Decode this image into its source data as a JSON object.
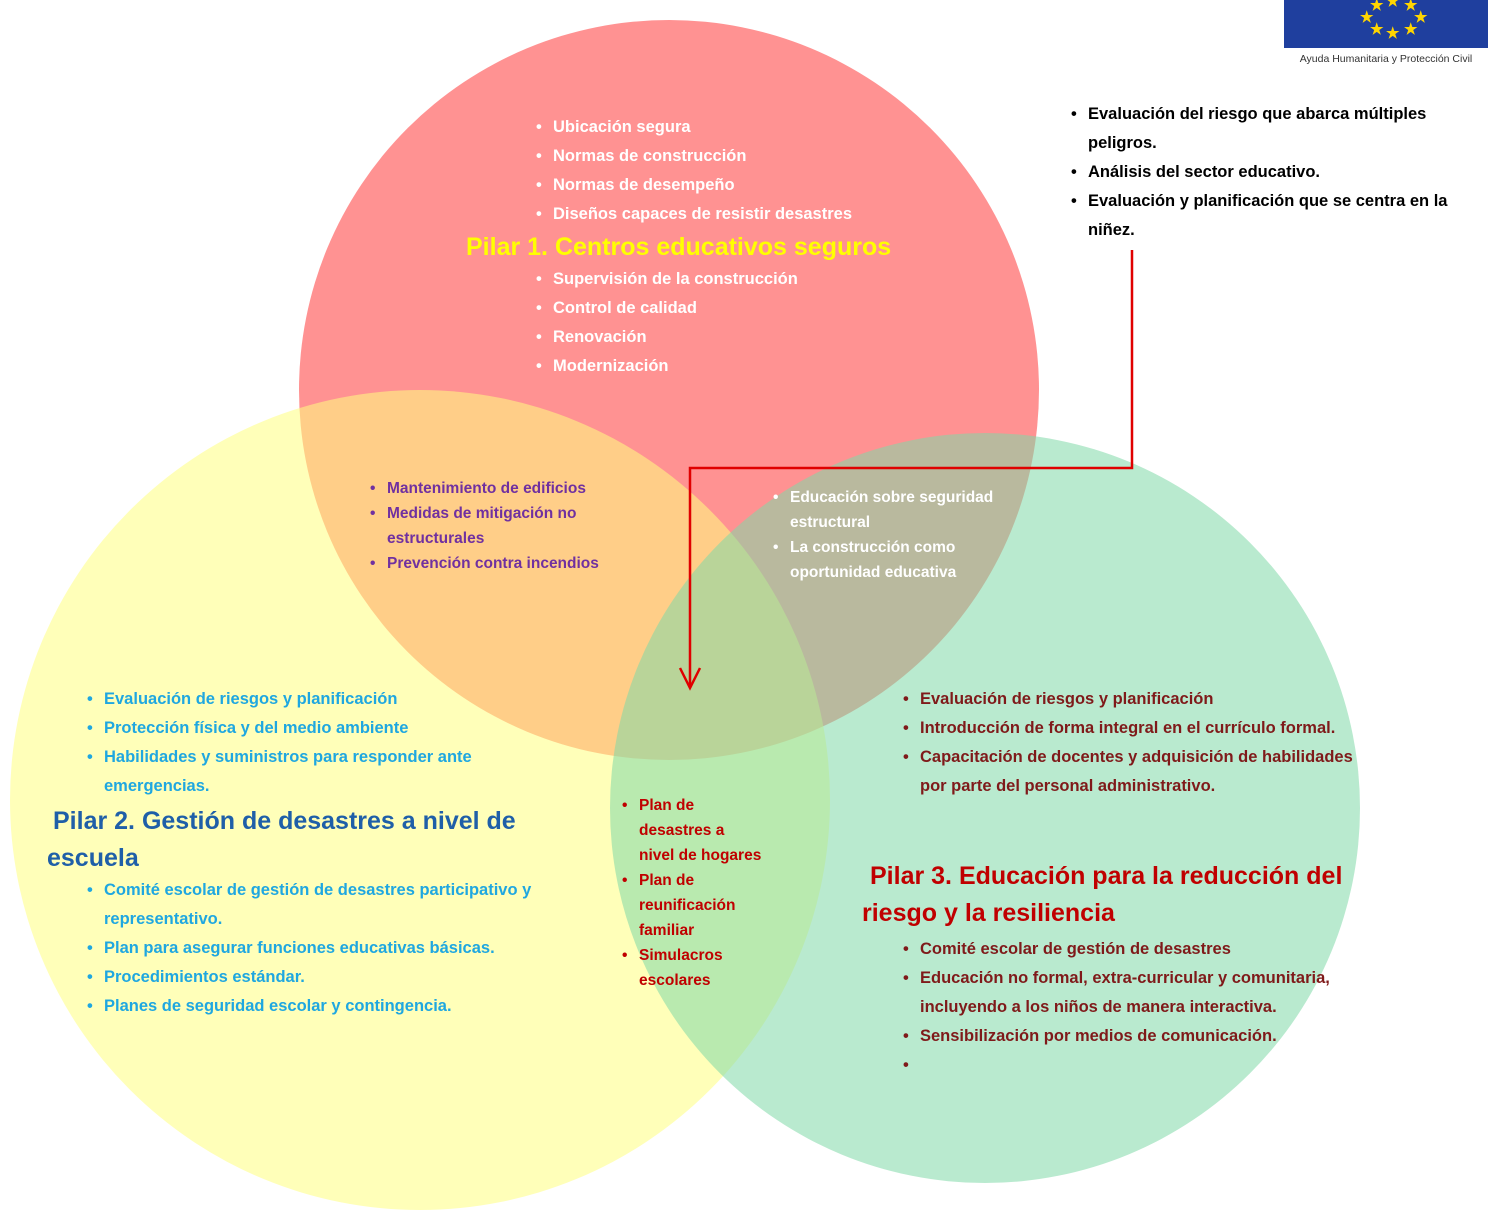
{
  "colors": {
    "pillar1_circle": "#ff7f7f",
    "pillar2_circle": "#ffff7f",
    "pillar3_circle": "#80d8a8",
    "pillar1_title": "#ffff00",
    "pillar2_title": "#1f5fa8",
    "pillar3_title": "#c00000",
    "arrow": "#e00000"
  },
  "logo": {
    "icon": "eu-flag-icon",
    "caption": "Ayuda Humanitaria y Protección Civil"
  },
  "top_right_box": {
    "items": [
      "Evaluación del riesgo  que abarca múltiples peligros.",
      "Análisis del sector educativo.",
      "Evaluación y planificación que se centra en la niñez."
    ]
  },
  "pillar1": {
    "title": "Pilar 1. Centros educativos seguros",
    "items_before": [
      "Ubicación segura",
      "Normas de construcción",
      "Normas de desempeño",
      "Diseños capaces de resistir desastres"
    ],
    "items_after": [
      "Supervisión de la construcción",
      "Control de calidad",
      "Renovación",
      "Modernización"
    ]
  },
  "overlap_1_2": {
    "items": [
      "Mantenimiento de edificios",
      "Medidas de mitigación no estructurales",
      "Prevención contra incendios"
    ]
  },
  "overlap_1_3": {
    "items": [
      "Educación  sobre seguridad  estructural",
      "La construcción como oportunidad educativa"
    ]
  },
  "overlap_all": {
    "items": [
      "Plan de desastres a nivel de hogares",
      "Plan de reunificación familiar",
      "Simulacros escolares"
    ]
  },
  "pillar2": {
    "title": "Pilar 2. Gestión de desastres a nivel de escuela",
    "items_before": [
      "Evaluación de riesgos y planificación",
      "Protección física y del medio ambiente",
      "Habilidades y suministros para responder ante  emergencias."
    ],
    "items_after": [
      "Comité escolar de gestión de desastres participativo y representativo.",
      "Plan para asegurar  funciones educativas básicas.",
      "Procedimientos estándar.",
      "Planes de seguridad escolar y contingencia."
    ]
  },
  "pillar3": {
    "title": "Pilar 3. Educación para la reducción del riesgo y la resiliencia",
    "items_before": [
      "Evaluación de riesgos y planificación",
      "Introducción de forma integral en el currículo formal.",
      "Capacitación de docentes y adquisición de habilidades por parte del personal administrativo."
    ],
    "items_after": [
      "Comité escolar de gestión de desastres",
      "Educación no formal, extra-curricular y comunitaria, incluyendo a los niños de manera interactiva.",
      "Sensibilización por medios de comunicación."
    ]
  }
}
